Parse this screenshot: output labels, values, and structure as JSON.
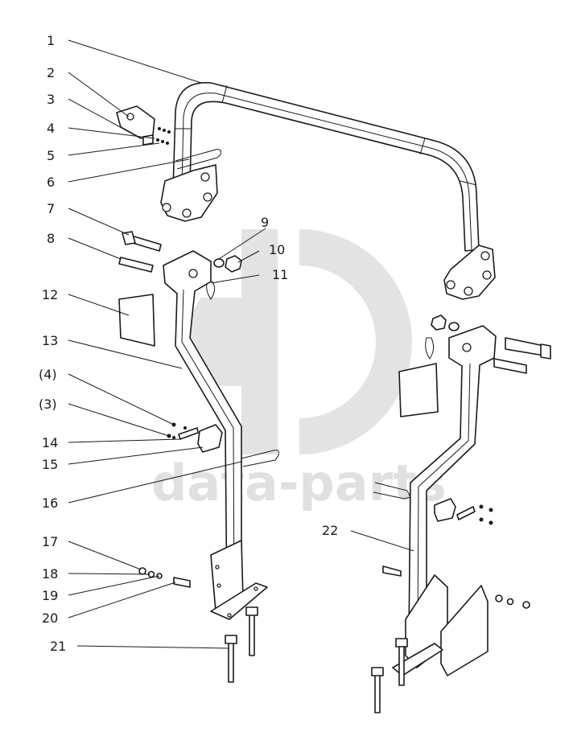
{
  "watermark": {
    "text": "data-parts"
  },
  "callouts": [
    {
      "id": "1",
      "label": "1"
    },
    {
      "id": "2",
      "label": "2"
    },
    {
      "id": "3",
      "label": "3"
    },
    {
      "id": "4",
      "label": "4"
    },
    {
      "id": "5",
      "label": "5"
    },
    {
      "id": "6",
      "label": "6"
    },
    {
      "id": "7",
      "label": "7"
    },
    {
      "id": "8",
      "label": "8"
    },
    {
      "id": "9",
      "label": "9"
    },
    {
      "id": "10",
      "label": "10"
    },
    {
      "id": "11",
      "label": "11"
    },
    {
      "id": "12",
      "label": "12"
    },
    {
      "id": "13",
      "label": "13"
    },
    {
      "id": "4b",
      "label": "(4)"
    },
    {
      "id": "3b",
      "label": "(3)"
    },
    {
      "id": "14",
      "label": "14"
    },
    {
      "id": "15",
      "label": "15"
    },
    {
      "id": "16",
      "label": "16"
    },
    {
      "id": "17",
      "label": "17"
    },
    {
      "id": "18",
      "label": "18"
    },
    {
      "id": "19",
      "label": "19"
    },
    {
      "id": "20",
      "label": "20"
    },
    {
      "id": "21",
      "label": "21"
    },
    {
      "id": "22",
      "label": "22"
    }
  ]
}
